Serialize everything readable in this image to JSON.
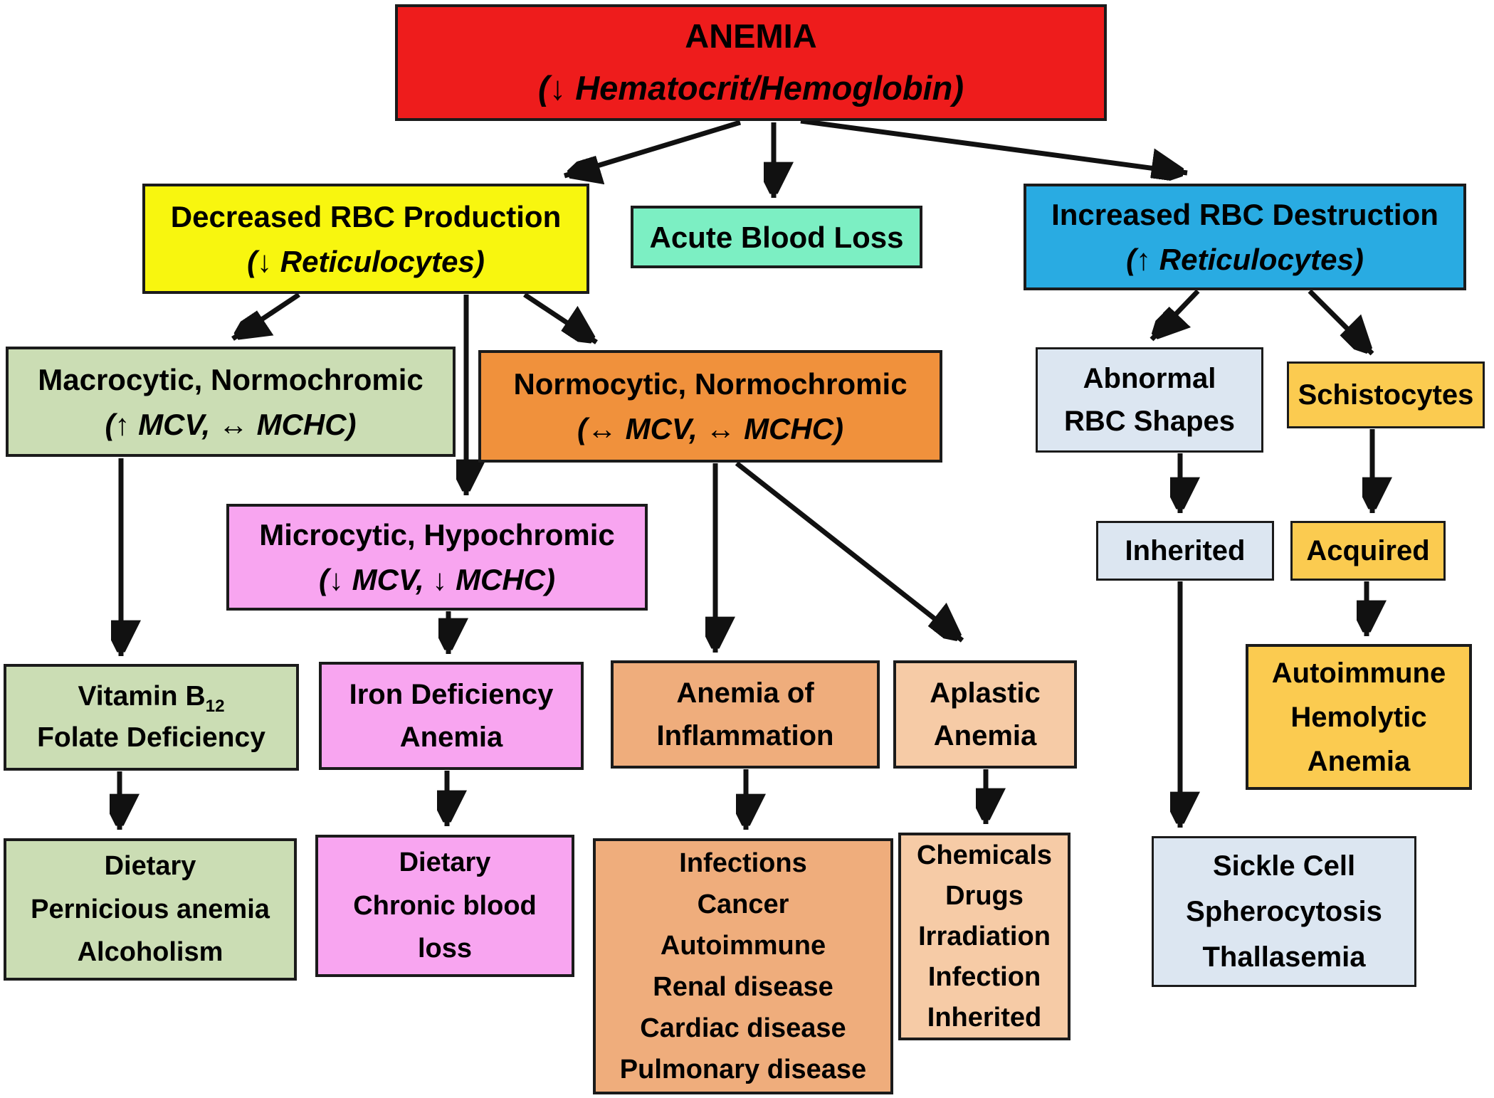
{
  "diagram_title": "Anemia classification flowchart",
  "palette": {
    "red": "#ee1c1c",
    "yellow": "#f8f60f",
    "mint": "#7cefc3",
    "blue": "#29abe2",
    "light_green": "#cbddb4",
    "orange": "#f0913c",
    "pink": "#f8a5f0",
    "light_blue": "#dce6f1",
    "gold": "#fbcb50",
    "tan": "#efad7c",
    "peach": "#f6cba6",
    "line": "#111111"
  },
  "nodes": {
    "anemia": {
      "line1": "ANEMIA",
      "line2": "(↓ Hematocrit/Hemoglobin)"
    },
    "decreased_production": {
      "line1": "Decreased RBC Production",
      "line2": "(↓ Reticulocytes)"
    },
    "acute_blood_loss": {
      "line1": "Acute Blood Loss"
    },
    "increased_destruction": {
      "line1": "Increased RBC Destruction",
      "line2": "(↑ Reticulocytes)"
    },
    "macrocytic": {
      "line1": "Macrocytic, Normochromic",
      "line2": "(↑ MCV, ↔ MCHC)"
    },
    "normocytic": {
      "line1": "Normocytic, Normochromic",
      "line2": "(↔  MCV, ↔ MCHC)"
    },
    "microcytic": {
      "line1": "Microcytic, Hypochromic",
      "line2": "(↓ MCV, ↓ MCHC)"
    },
    "abnormal_shapes": {
      "line1": "Abnormal",
      "line2": "RBC Shapes"
    },
    "schistocytes": {
      "line1": "Schistocytes"
    },
    "inherited": {
      "line1": "Inherited"
    },
    "acquired": {
      "line1": "Acquired"
    },
    "vitamin_b12": {
      "line1_prefix": "Vitamin B",
      "line1_sub": "12",
      "line2": "Folate Deficiency"
    },
    "iron_deficiency": {
      "line1": "Iron Deficiency",
      "line2": "Anemia"
    },
    "anemia_of_inflammation": {
      "line1": "Anemia of",
      "line2": "Inflammation"
    },
    "aplastic_anemia": {
      "line1": "Aplastic",
      "line2": "Anemia"
    },
    "autoimmune_hemolytic": {
      "lines": [
        "Autoimmune",
        "Hemolytic",
        "Anemia"
      ]
    },
    "b12_causes": {
      "lines": [
        "Dietary",
        "Pernicious anemia",
        "Alcoholism"
      ]
    },
    "iron_causes": {
      "lines": [
        "Dietary",
        "Chronic blood",
        "loss"
      ]
    },
    "inflammation_causes": {
      "lines": [
        "Infections",
        "Cancer",
        "Autoimmune",
        "Renal disease",
        "Cardiac disease",
        "Pulmonary disease"
      ]
    },
    "aplastic_causes": {
      "lines": [
        "Chemicals",
        "Drugs",
        "Irradiation",
        "Infection",
        "Inherited"
      ]
    },
    "hemolytic_types": {
      "lines": [
        "Sickle Cell",
        "Spherocytosis",
        "Thallasemia"
      ]
    }
  },
  "edges": [
    {
      "from": "anemia",
      "to": "decreased_production"
    },
    {
      "from": "anemia",
      "to": "acute_blood_loss"
    },
    {
      "from": "anemia",
      "to": "increased_destruction"
    },
    {
      "from": "decreased_production",
      "to": "macrocytic"
    },
    {
      "from": "decreased_production",
      "to": "microcytic"
    },
    {
      "from": "decreased_production",
      "to": "normocytic"
    },
    {
      "from": "macrocytic",
      "to": "vitamin_b12"
    },
    {
      "from": "microcytic",
      "to": "iron_deficiency"
    },
    {
      "from": "normocytic",
      "to": "anemia_of_inflammation"
    },
    {
      "from": "normocytic",
      "to": "aplastic_anemia"
    },
    {
      "from": "increased_destruction",
      "to": "abnormal_shapes"
    },
    {
      "from": "increased_destruction",
      "to": "schistocytes"
    },
    {
      "from": "abnormal_shapes",
      "to": "inherited"
    },
    {
      "from": "schistocytes",
      "to": "acquired"
    },
    {
      "from": "inherited",
      "to": "hemolytic_types"
    },
    {
      "from": "acquired",
      "to": "autoimmune_hemolytic"
    },
    {
      "from": "vitamin_b12",
      "to": "b12_causes"
    },
    {
      "from": "iron_deficiency",
      "to": "iron_causes"
    },
    {
      "from": "anemia_of_inflammation",
      "to": "inflammation_causes"
    },
    {
      "from": "aplastic_anemia",
      "to": "aplastic_causes"
    }
  ]
}
